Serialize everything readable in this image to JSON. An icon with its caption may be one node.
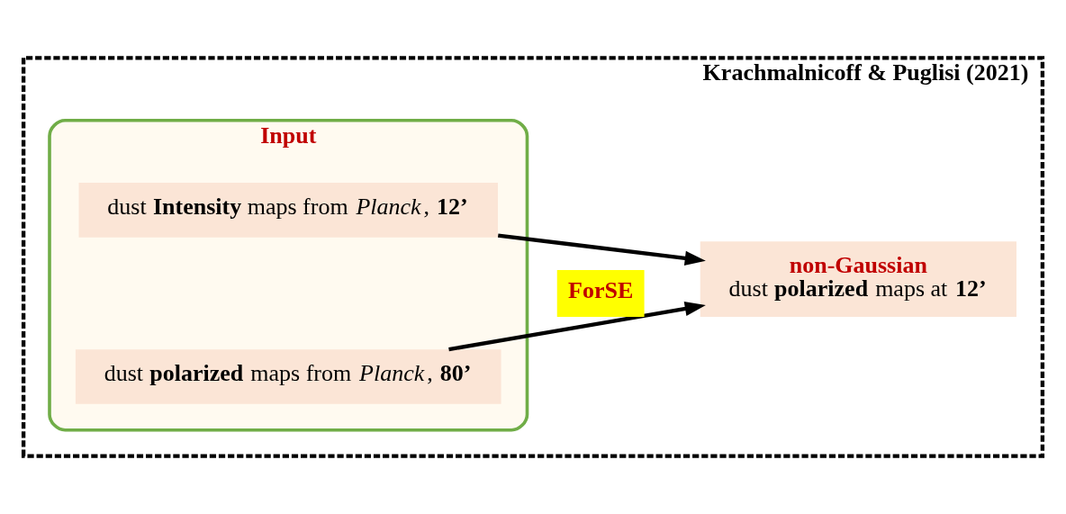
{
  "diagram": {
    "nodes": [
      {
        "text": [
          "Krachmalnicoff & Puglisi (2021)"
        ]
      },
      {
        "text": [
          "Input"
        ],
        "in": 0
      },
      {
        "text": [
          "dust **Intensity** maps from *Planck*, **12’**"
        ],
        "in": 1
      },
      {
        "text": [
          "dust **polarized** maps from *Planck*, **80’**"
        ],
        "in": 1
      },
      {
        "text": [
          "non-Gaussian",
          "dust **polarized** maps at **12’**"
        ],
        "in": 0
      }
    ],
    "edges": [
      {
        "from": 2,
        "to": 4,
        "arrow": "to"
      },
      {
        "from": 3,
        "to": 4,
        "arrow": "to",
        "label": "ForSE"
      }
    ]
  }
}
